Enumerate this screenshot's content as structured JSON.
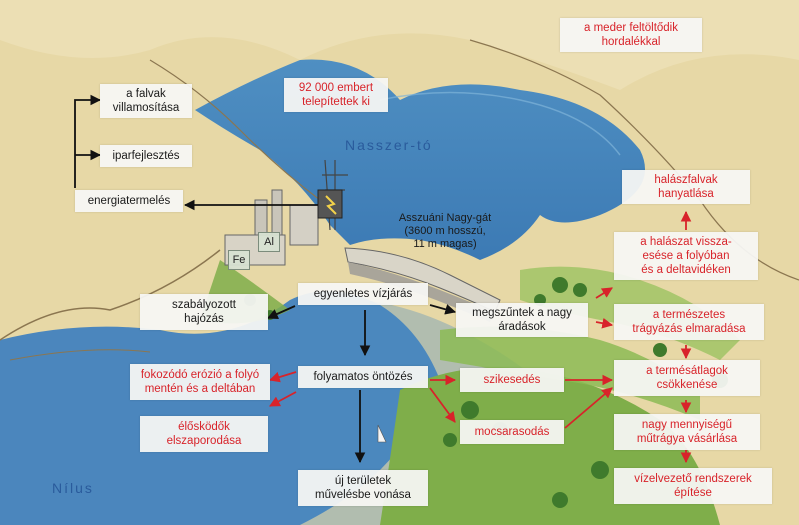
{
  "title_lake": "Nasszer-tó",
  "title_river": "Nílus",
  "dam_label": "Asszuáni Nagy-gát\n(3600 m hosszú,\n11 m magas)",
  "elements": {
    "fe": "Fe",
    "al": "Al"
  },
  "boxes": {
    "meder": "a meder feltöltődik\nhordalékkal",
    "villamositas": "a falvak\nvillamosítása",
    "ipar": "iparfejlesztés",
    "energia": "energiatermelés",
    "telepites": "92 000 embert\ntelepítettek ki",
    "halaszfalvak": "halászfalvak\nhanyatlása",
    "halaszat": "a halászat vissza-\nesése a folyóban\nés a deltavidéken",
    "hajozas": "szabályozott\nhajózás",
    "vizjaras": "egyenletes vízjárás",
    "aradasok": "megszűntek a nagy\náradások",
    "tragyazas": "a természetes\ntrágyázás elmaradása",
    "erozio": "fokozódó erózió a folyó\nmentén és a deltában",
    "ontozes": "folyamatos öntözés",
    "szikesedes": "szikesedés",
    "termesatlag": "a termésátlagok\ncsökkenése",
    "elosdokok": "élősködők\nelszaporodása",
    "mocsarasodas": "mocsarasodás",
    "mutragya": "nagy mennyiségű\nműtrágya vásárlása",
    "uj_teruletek": "új területek\nművelésbe vonása",
    "vizelvezeto": "vízelvezető rendszerek\népítése"
  }
}
